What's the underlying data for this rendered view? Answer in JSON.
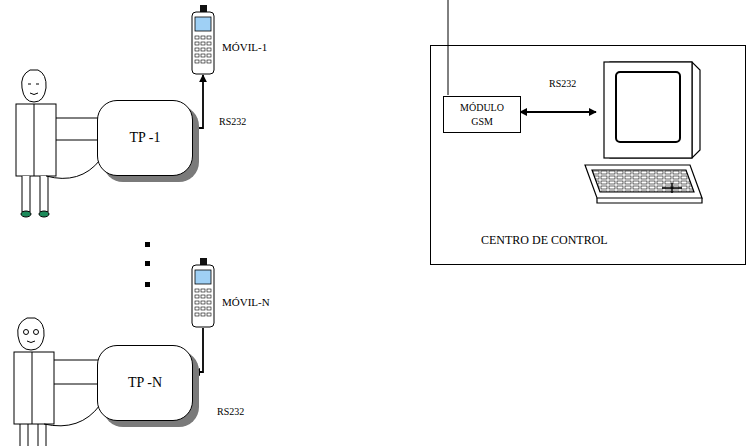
{
  "diagram": {
    "nodes": [
      {
        "text": [
          "MÓVIL-1"
        ]
      },
      {
        "text": [
          "TP -1"
        ]
      },
      {
        "text": [
          "CENTRO DE CONTROL"
        ]
      },
      {
        "text": [
          "MÓDULO GSM"
        ],
        "in": 2
      },
      {
        "text": [
          "MÓVIL-N"
        ]
      },
      {
        "text": [
          "TP -N"
        ]
      }
    ],
    "edges": [
      {
        "from": 1,
        "to": 0,
        "arrow": "to",
        "label": "RS232"
      },
      {
        "from": 4,
        "to": 5,
        "arrow": "to",
        "label": "RS232"
      }
    ],
    "labels": [
      "RS232"
    ]
  }
}
